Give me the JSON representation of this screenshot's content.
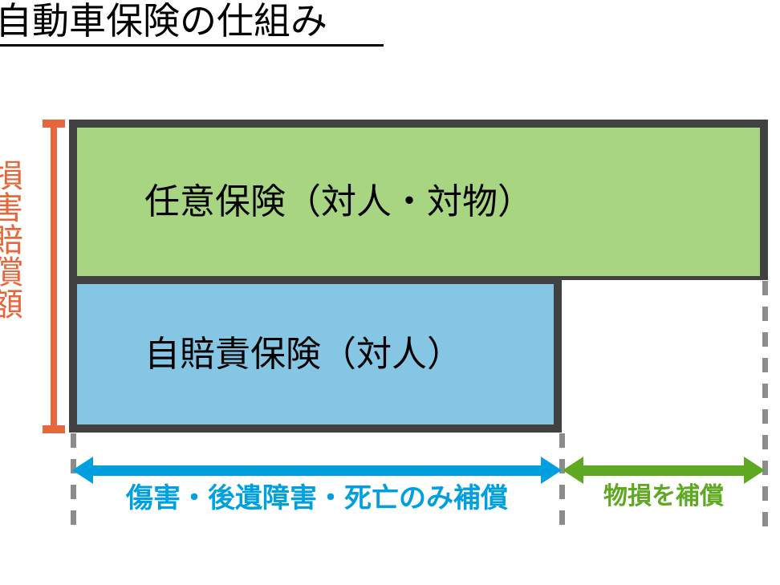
{
  "title": {
    "text": "自動車保険の仕組み"
  },
  "axis": {
    "label": "損害賠償額",
    "color": "#E8663C"
  },
  "boxes": [
    {
      "id": "optional",
      "label": "任意保険（対人・対物）",
      "fill": "#A8D582",
      "border": "#414141"
    },
    {
      "id": "compulsory",
      "label": "自賠責保険（対人）",
      "fill": "#84C6E4",
      "border": "#414141"
    }
  ],
  "arrows": [
    {
      "id": "injury",
      "caption": "傷害・後遺障害・死亡のみ補償",
      "color": "#00A0E0"
    },
    {
      "id": "property",
      "caption": "物損を補償",
      "color": "#5FA822"
    }
  ],
  "guides": {
    "dash_color": "#8C8C8C"
  }
}
